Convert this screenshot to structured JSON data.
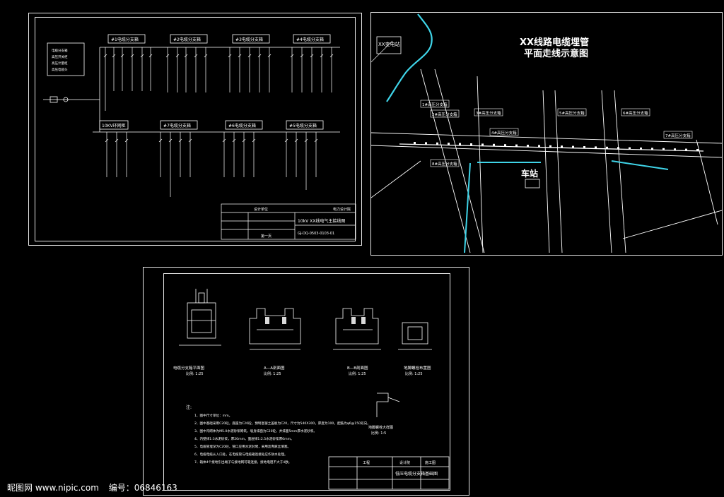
{
  "diagram1": {
    "sub_boxes": [
      "#1电缆分支箱",
      "#2电缆分支箱",
      "#3电缆分支箱",
      "#4电缆分支箱"
    ],
    "sub_boxes2": [
      "10KV环网柜",
      "#7电缆分支箱",
      "#6电缆分支箱",
      "#5电缆分支箱"
    ],
    "title_block": {
      "title": "10kV XX线电气主接线图",
      "drawing_no": "GJ-DQ-0503-0103-01",
      "designer": "设计单位",
      "sheet": "第一页",
      "company": "电力设计院"
    },
    "legend": [
      "电缆分支箱",
      "高压开关柜",
      "高压计量柜",
      "高压电缆头"
    ]
  },
  "diagram2": {
    "title_line1": "XX线路电缆埋管",
    "title_line2": "平面走线示意图",
    "substation": "XX变电站",
    "station_label": "车站",
    "branch_labels": [
      "1#高压分支箱",
      "2#高压分支箱",
      "3#高压分支箱",
      "4#高压分支箱",
      "5#高压分支箱",
      "6#高压分支箱",
      "7#高压分支箱",
      "8#高压分支箱"
    ]
  },
  "diagram3": {
    "section_labels": [
      "电缆分支箱平面图",
      "A—A剖面图",
      "B—B剖面图",
      "地脚螺栓布置图"
    ],
    "scale": "比例: 1:25",
    "notes_title": "注:",
    "notes": [
      "1、图中尺寸单位：mm。",
      "2、图中基础采用C20砼，底座为C20砼，预制混凝土盖板为C20，尺寸为540X300，厚度为100，配筋为φ6@150双向。",
      "3、图中沟砌体为M5.0水泥砂浆砌筑，墙身抹面为C20砼，并抹面5mm厚水泥砂浆。",
      "4、内壁抹1:3水泥砂浆，厚20mm，面层抹1:2.5水泥砂浆厚6mm。",
      "5、电缆管埋深为C20砼，管口应用水泥封堵，采用沥青麻丝填塞。",
      "6、电缆电缆从入口处，在电缆管与电缆箱连接处应作防水处理。",
      "7、箱体4个接地引出端子与接地网可靠连接，接地电阻不大于4欧。"
    ],
    "title_block": {
      "title": "低压电缆分支箱基础图",
      "company": "设计院",
      "col1": "工程",
      "col2": "施工图"
    },
    "detail_label": "地脚螺栓大样图",
    "detail_scale": "比例: 1:5"
  },
  "watermark": {
    "site": "昵图网 www.nipic.com",
    "id_label": "编号：06846163"
  }
}
